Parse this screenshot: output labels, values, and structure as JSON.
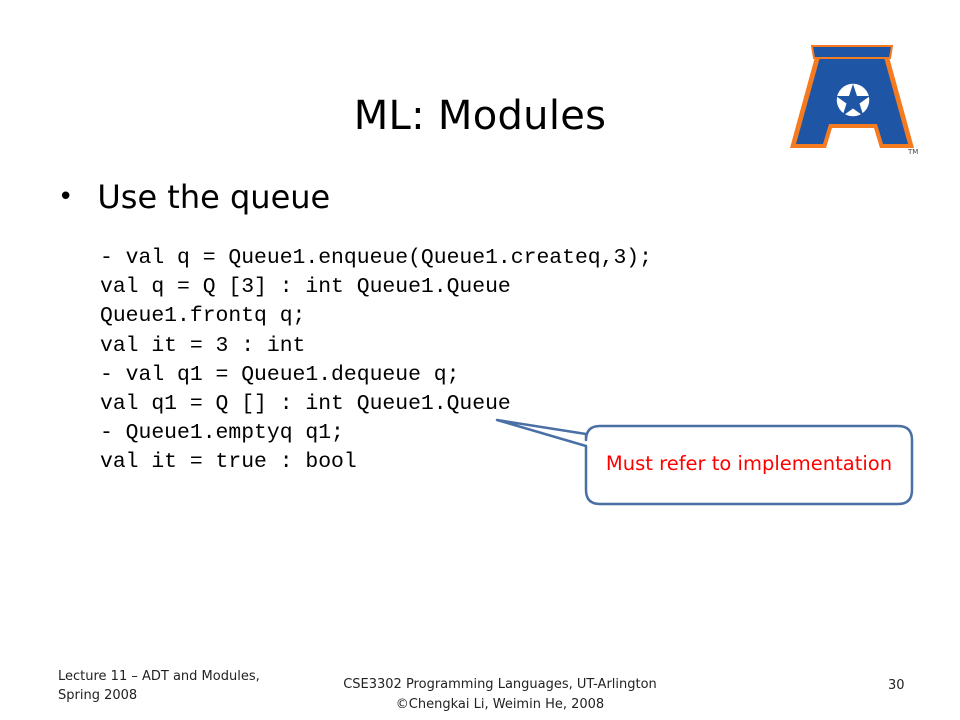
{
  "slide": {
    "title": "ML: Modules",
    "bullet": "Use the queue",
    "code_lines": [
      "- val q = Queue1.enqueue(Queue1.createq,3);",
      "val q = Q [3] : int Queue1.Queue",
      "Queue1.frontq q;",
      "val it = 3 : int",
      "- val q1 = Queue1.dequeue q;",
      "val q1 = Q [] : int Queue1.Queue",
      "- Queue1.emptyq q1;",
      "val it = true : bool"
    ],
    "callout": "Must refer to implementation",
    "logo_tm": "TM"
  },
  "footer": {
    "left_line1": "Lecture 11 – ADT and Modules,",
    "left_line2": "Spring 2008",
    "center_line1": "CSE3302 Programming Languages, UT-Arlington",
    "center_line2": "©Chengkai Li, Weimin He, 2008",
    "page_number": "30"
  },
  "colors": {
    "callout_border": "#4a6fa5",
    "callout_text": "#ff0000",
    "logo_blue": "#1f55a5",
    "logo_orange": "#f47b20"
  },
  "icons": {
    "logo": "uta-a-star-logo"
  }
}
